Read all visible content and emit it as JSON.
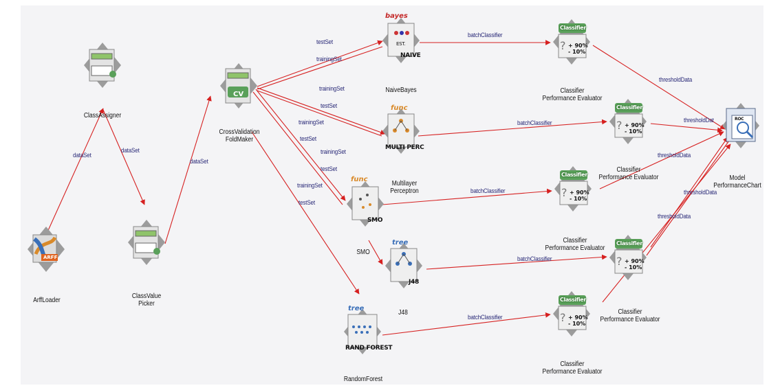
{
  "nodes": {
    "arff_loader": {
      "caption": "ArffLoader",
      "badge": "ARFF"
    },
    "class_assigner": {
      "caption": "ClassAssigner"
    },
    "class_value_picker": {
      "caption": "ClassValue\nPicker"
    },
    "cross_validation": {
      "caption": "CrossValidation\nFoldMaker",
      "badge": "CV"
    },
    "naive_bayes": {
      "caption": "NaiveBayes",
      "tag": "NAIVE",
      "badge": "bayes",
      "est": "EST."
    },
    "multilayer_perceptron": {
      "caption": "Multilayer\nPerceptron",
      "tag": "MULTI  PERC",
      "badge": "func"
    },
    "smo": {
      "caption": "SMO",
      "tag": "SMO",
      "badge": "func"
    },
    "j48": {
      "caption": "J48",
      "tag": "J48",
      "badge": "tree"
    },
    "random_forest": {
      "caption": "RandomForest",
      "tag": "RAND  FOREST",
      "badge": "tree"
    },
    "evaluator_caption": "Classifier\nPerformance Evaluator",
    "evaluator_title": "Classifier",
    "evaluator_nums": "+ 90%\n- 10%",
    "model_chart": {
      "caption": "Model\nPerformanceChart",
      "badge": "ROC"
    }
  },
  "edge_labels": {
    "dataset_1": "dataSet",
    "dataset_2": "dataSet",
    "dataset_3": "dataSet",
    "test_set": "testSet",
    "training_set": "trainingSet",
    "batch_classifier": "batchClassifier",
    "threshold_data": "thresholdData",
    "threshold_dat": "thresholdDat"
  },
  "colors": {
    "edge": "#d62020",
    "label": "#2a2a78",
    "gem_gray": "#9a9a9a",
    "evaluator_green": "#5aa05a"
  },
  "icons": {
    "gem": "gray-diamond-icon",
    "evaluator": "classifier-evaluator-icon",
    "chart": "roc-chart-icon"
  }
}
